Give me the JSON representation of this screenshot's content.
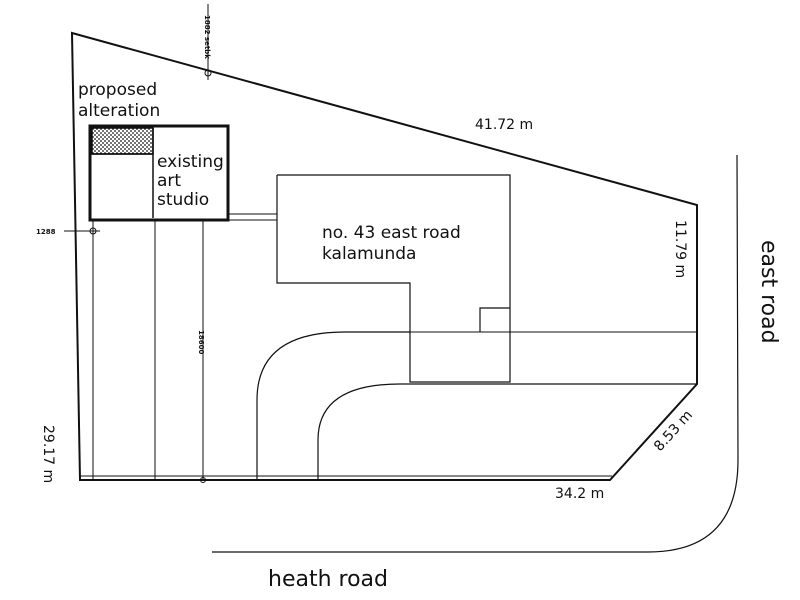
{
  "labels": {
    "proposed_line1": "proposed",
    "proposed_line2": "alteration",
    "existing_line1": "existing",
    "existing_line2": "art",
    "existing_line3": "studio",
    "address_line1": "no. 43 east road",
    "address_line2": "kalamunda"
  },
  "dimensions": {
    "north_boundary": "41.72 m",
    "east_boundary": "11.79 m",
    "corner_truncation": "8.53 m",
    "south_boundary": "34.2 m",
    "west_boundary": "29.17 m",
    "offset_top": "1882 setbk",
    "offset_left": "1288",
    "offset_vertical": "18600"
  },
  "roads": {
    "east": "east road",
    "south": "heath road"
  },
  "colors": {
    "ink": "#111111",
    "paper": "#ffffff"
  }
}
